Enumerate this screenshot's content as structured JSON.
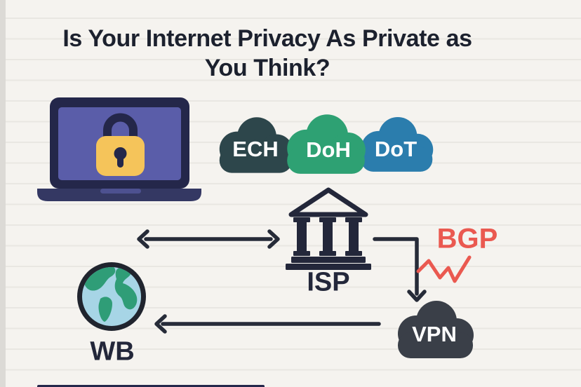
{
  "title": {
    "line1": "Is Your Internet Privacy As Private as",
    "line2": "You Think?"
  },
  "diagram": {
    "clouds": [
      {
        "label": "ECH",
        "color": "#2d464b"
      },
      {
        "label": "DoH",
        "color": "#2ea173"
      },
      {
        "label": "DoT",
        "color": "#2b7dad"
      }
    ],
    "nodes": {
      "isp_label": "ISP",
      "vpn_label": "VPN",
      "web_label": "WB",
      "bgp_label": "BGP"
    }
  },
  "colors": {
    "background": "#f5f3ef",
    "ruled_line": "#e9e7e2",
    "title_text": "#1c212e",
    "ink": "#23273a",
    "laptop_screen": "#5a5da9",
    "laptop_frame": "#24274a",
    "laptop_base": "#343863",
    "lock_body": "#f5c45a",
    "ech_cloud": "#2d464b",
    "doh_cloud": "#2ea173",
    "dot_cloud": "#2b7dad",
    "vpn_cloud": "#3a3f48",
    "bgp_red": "#ea5950",
    "globe_water": "#a7d5e6",
    "globe_land": "#2f9d77",
    "cloud_text": "#ffffff"
  }
}
